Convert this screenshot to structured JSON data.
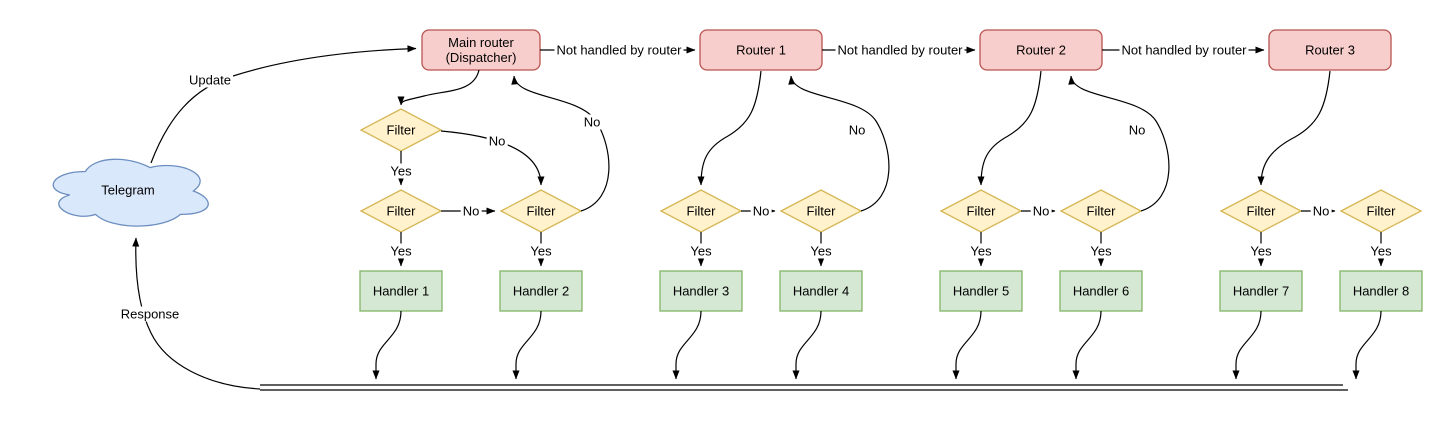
{
  "cloud": {
    "label": "Telegram"
  },
  "routers": {
    "main": {
      "line1": "Main router",
      "line2": "(Dispatcher)"
    },
    "items": [
      "Router 1",
      "Router 2",
      "Router 3"
    ]
  },
  "filter_label": "Filter",
  "handlers": [
    "Handler 1",
    "Handler 2",
    "Handler 3",
    "Handler 4",
    "Handler 5",
    "Handler 6",
    "Handler 7",
    "Handler 8"
  ],
  "edge_labels": {
    "update": "Update",
    "response": "Response",
    "not_handled": "Not handled by router",
    "yes": "Yes",
    "no": "No"
  },
  "colors": {
    "router_fill": "#f8cecc",
    "router_stroke": "#b85450",
    "filter_fill": "#fff2cc",
    "filter_stroke": "#d6b656",
    "handler_fill": "#d5e8d4",
    "handler_stroke": "#82b366",
    "cloud_fill": "#dae8fc",
    "cloud_stroke": "#6c8ebf",
    "edge": "#000000"
  }
}
